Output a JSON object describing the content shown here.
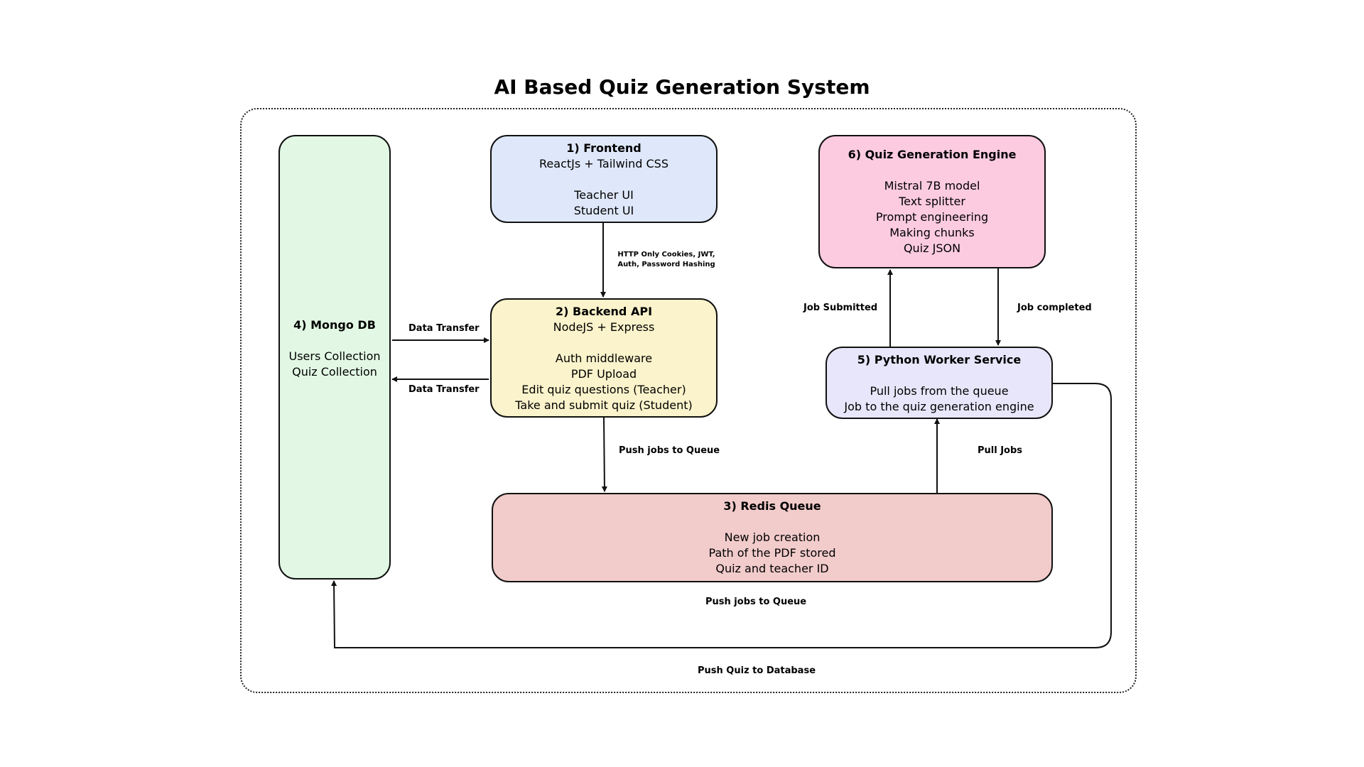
{
  "title": "AI Based Quiz Generation System",
  "colors": {
    "frontend": "#dfe8fa",
    "backend": "#faf3cb",
    "redis": "#f2cbcb",
    "mongo": "#e2f8e4",
    "python": "#e8e6fa",
    "engine": "#fccbe0"
  },
  "frontend": {
    "heading": "1) Frontend",
    "line1": "ReactJs + Tailwind CSS",
    "line2": "Teacher UI",
    "line3": "Student UI"
  },
  "backend": {
    "heading": "2) Backend API",
    "line1": "NodeJS + Express",
    "line2": "Auth middleware",
    "line3": "PDF Upload",
    "line4": "Edit quiz questions (Teacher)",
    "line5": "Take and submit quiz (Student)"
  },
  "redis": {
    "heading": "3) Redis Queue",
    "line1": "New job creation",
    "line2": "Path of the PDF stored",
    "line3": "Quiz and teacher ID"
  },
  "mongo": {
    "heading": "4) Mongo DB",
    "line1": "Users Collection",
    "line2": "Quiz Collection"
  },
  "python": {
    "heading": "5) Python Worker Service",
    "line1": "Pull jobs from the queue",
    "line2": "Job to the quiz generation engine"
  },
  "engine": {
    "heading": "6) Quiz Generation Engine",
    "line1": "Mistral 7B model",
    "line2": "Text splitter",
    "line3": "Prompt engineering",
    "line4": "Making chunks",
    "line5": "Quiz JSON"
  },
  "labels": {
    "auth_line1": "HTTP Only Cookies, JWT,",
    "auth_line2": "Auth, Password Hashing",
    "data_transfer_in": "Data Transfer",
    "data_transfer_out": "Data Transfer",
    "push_jobs_queue": "Push jobs to Queue",
    "push_jobs_queue_bottom": "Push jobs to Queue",
    "pull_jobs": "Pull Jobs",
    "job_submitted": "Job Submitted",
    "job_completed": "Job completed",
    "push_quiz_db": "Push Quiz to Database"
  }
}
